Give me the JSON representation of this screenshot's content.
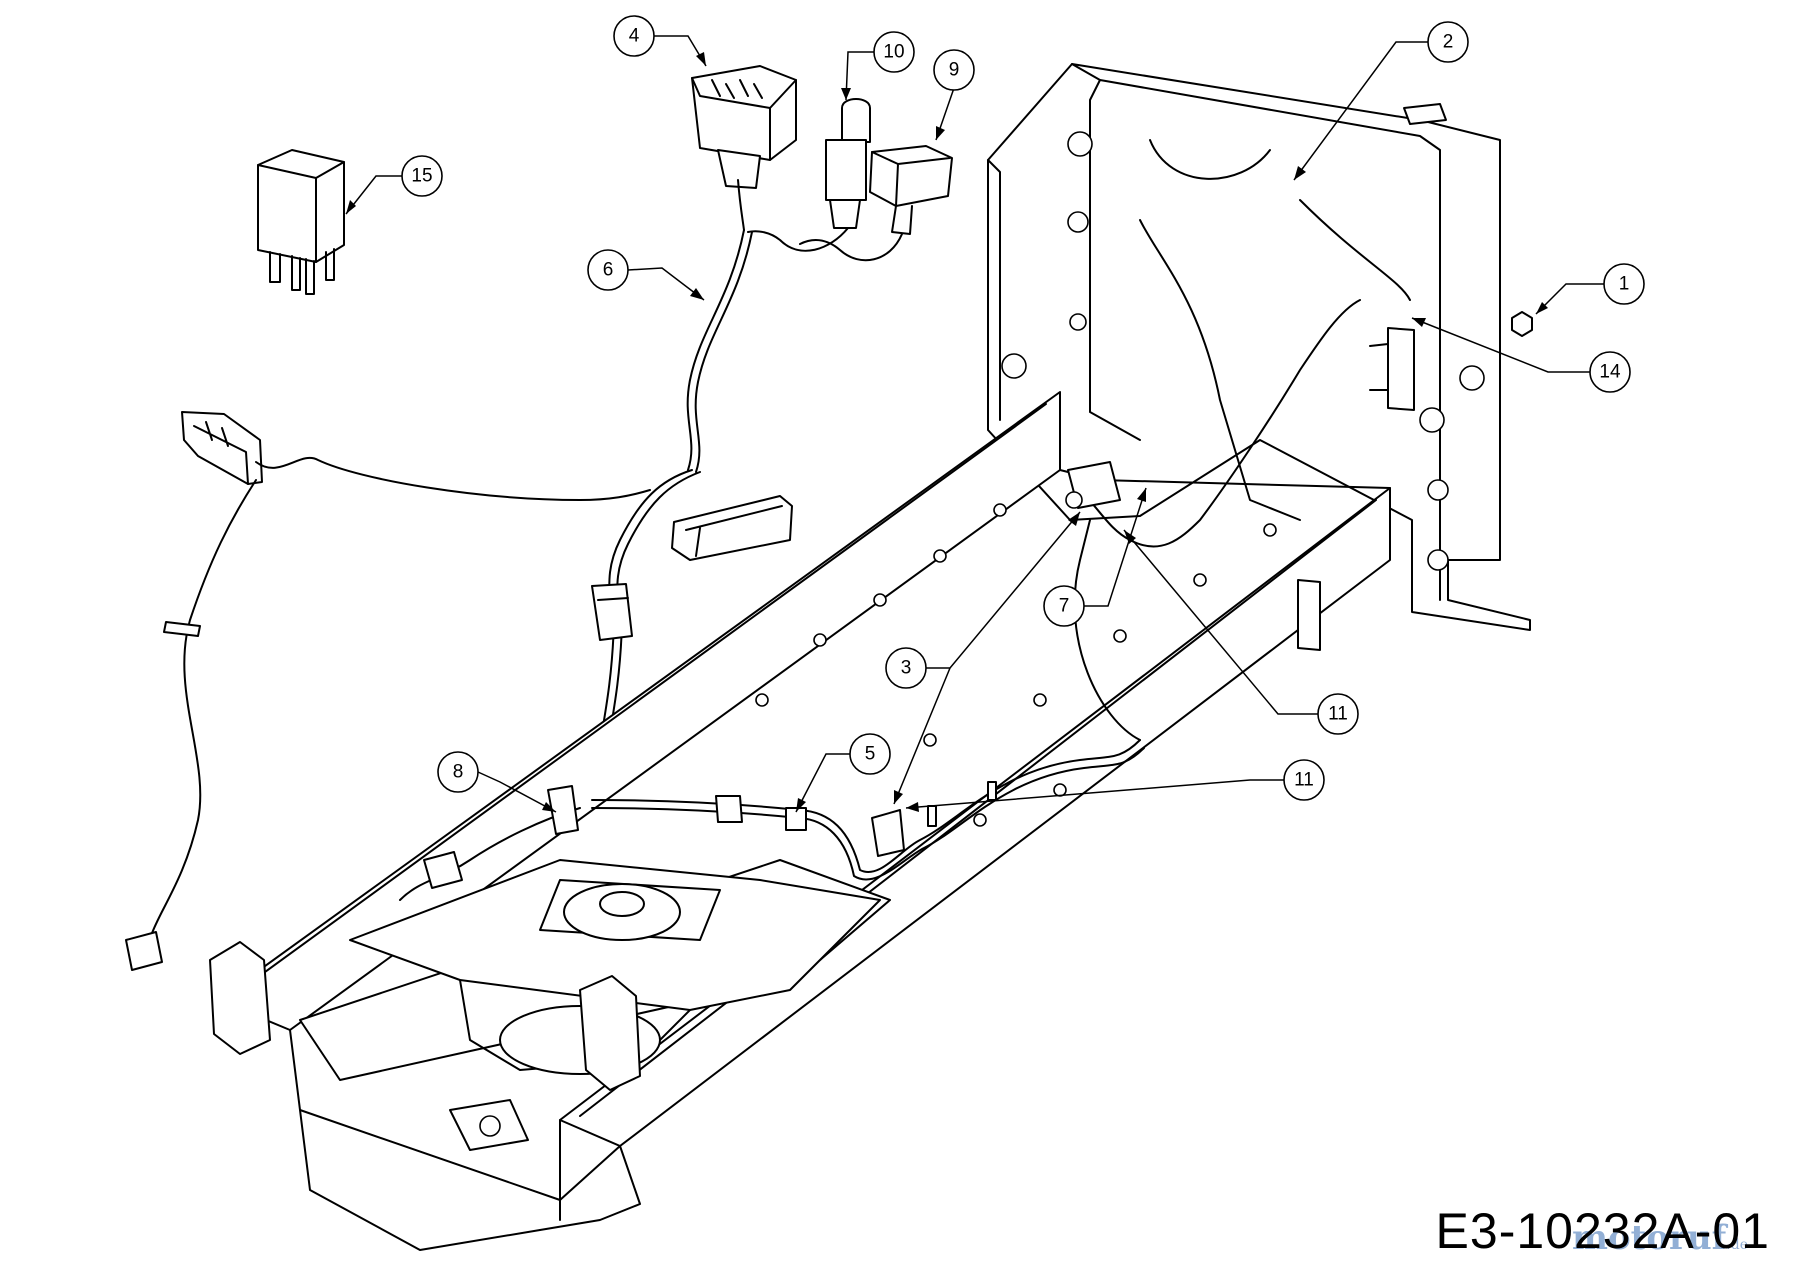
{
  "drawing": {
    "number": "E3-10232A-01",
    "watermark": "motoruf",
    "watermark_suffix": ".de"
  },
  "callouts": [
    {
      "id": "c1",
      "label": "1"
    },
    {
      "id": "c2",
      "label": "2"
    },
    {
      "id": "c3",
      "label": "3"
    },
    {
      "id": "c4",
      "label": "4"
    },
    {
      "id": "c5",
      "label": "5"
    },
    {
      "id": "c6",
      "label": "6"
    },
    {
      "id": "c7",
      "label": "7"
    },
    {
      "id": "c8",
      "label": "8"
    },
    {
      "id": "c9",
      "label": "9"
    },
    {
      "id": "c10",
      "label": "10"
    },
    {
      "id": "c11a",
      "label": "11"
    },
    {
      "id": "c11b",
      "label": "11"
    },
    {
      "id": "c14",
      "label": "14"
    },
    {
      "id": "c15",
      "label": "15"
    }
  ]
}
